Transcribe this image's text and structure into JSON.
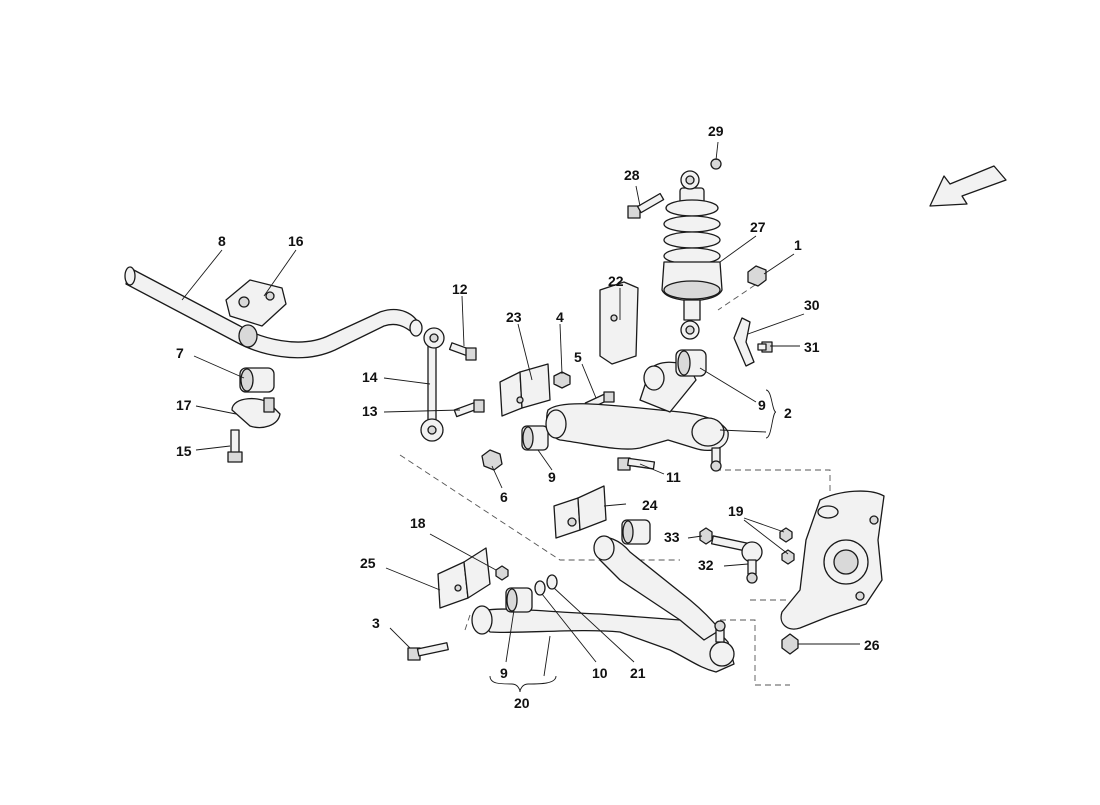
{
  "diagram": {
    "labels": {
      "l1": "1",
      "l2": "2",
      "l3": "3",
      "l4": "4",
      "l5": "5",
      "l6": "6",
      "l7": "7",
      "l8": "8",
      "l9a": "9",
      "l9b": "9",
      "l9c": "9",
      "l10": "10",
      "l11": "11",
      "l12": "12",
      "l13": "13",
      "l14": "14",
      "l15": "15",
      "l16": "16",
      "l17": "17",
      "l18": "18",
      "l19": "19",
      "l20": "20",
      "l21": "21",
      "l22": "22",
      "l23": "23",
      "l24": "24",
      "l25": "25",
      "l26": "26",
      "l27": "27",
      "l28": "28",
      "l29": "29",
      "l30": "30",
      "l31": "31",
      "l32": "32",
      "l33": "33"
    }
  }
}
